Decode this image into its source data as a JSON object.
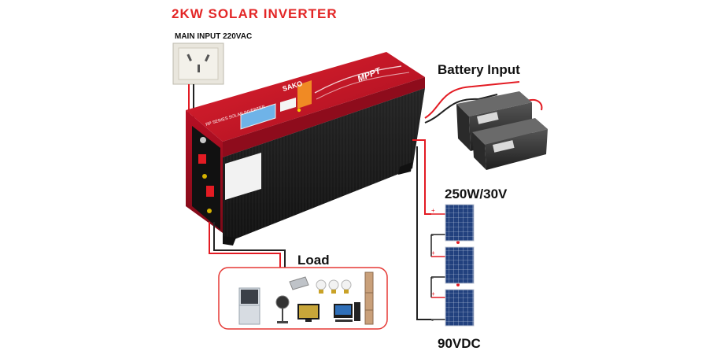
{
  "title": "2KW SOLAR INVERTER",
  "main_input": "MAIN INPUT 220VAC",
  "battery_input": "Battery Input",
  "panel_rating": "250W/30V",
  "load": "Load",
  "output_voltage": "90VDC",
  "inverter": {
    "brand": "SAKO",
    "model": "RP SERIES SOLAR INVERTER",
    "badge": "MPPT"
  },
  "colors": {
    "title_red": "#e32626",
    "inverter_red": "#c8102e",
    "inverter_black": "#1b1b1b",
    "wire_red": "#e31b23",
    "wire_black": "#222222",
    "panel_blue": "#1f3b73",
    "load_box_red": "#e53935"
  }
}
